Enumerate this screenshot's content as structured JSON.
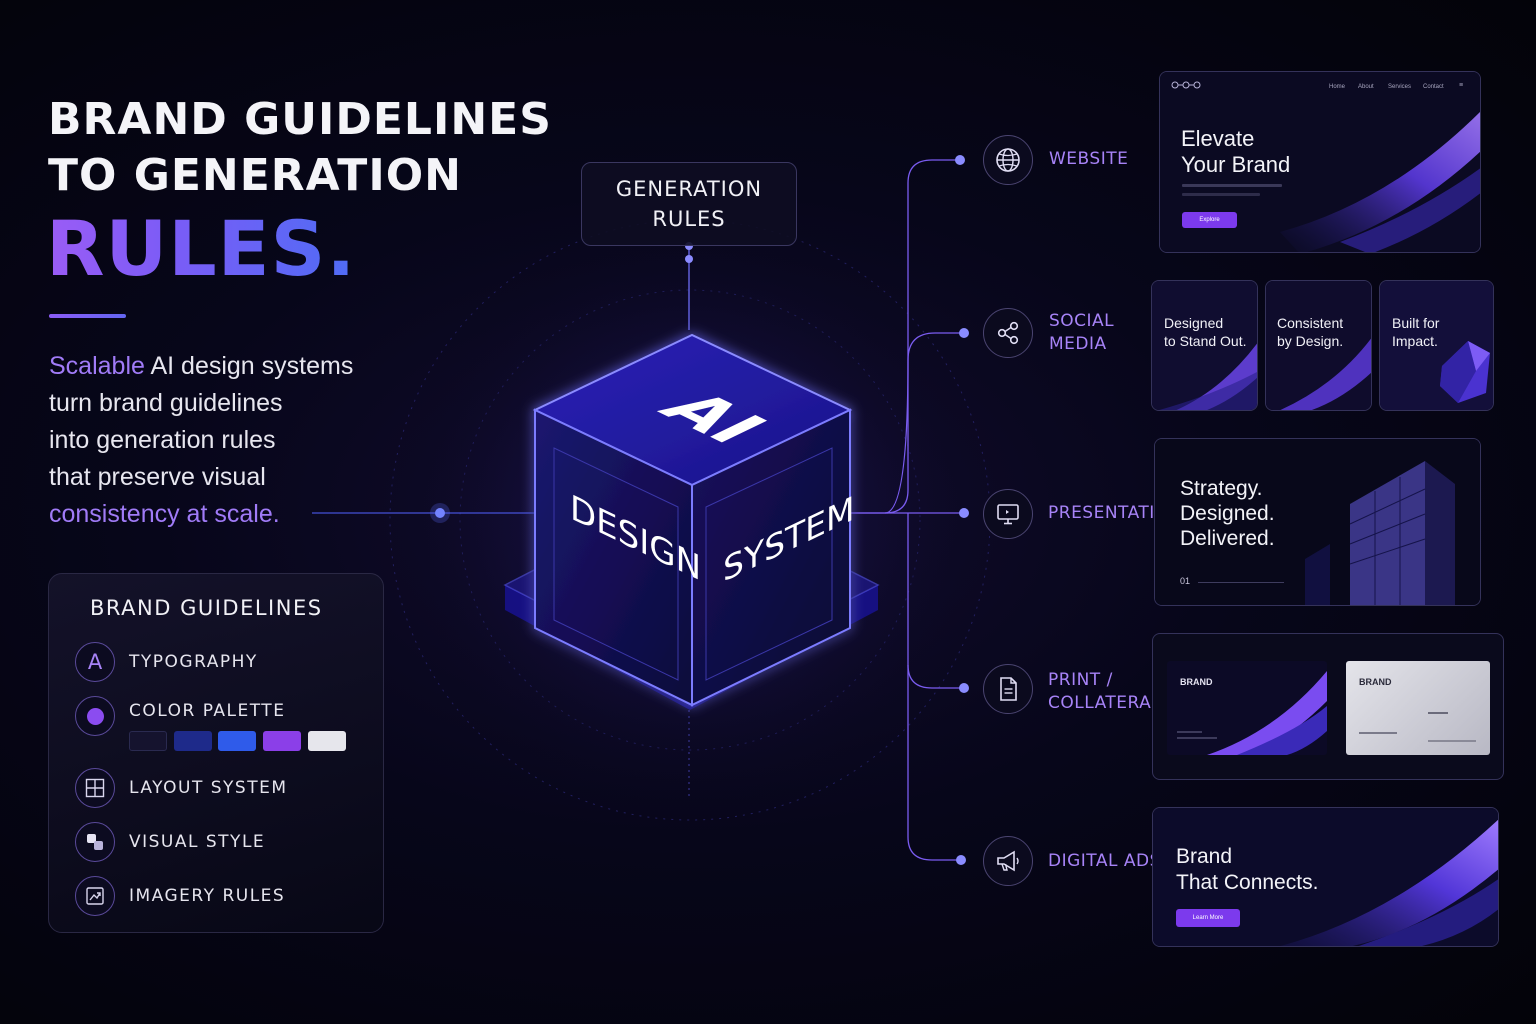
{
  "title": {
    "line1": "BRAND GUIDELINES",
    "line2": "TO GENERATION",
    "accent": "RULES."
  },
  "description": {
    "line1_highlight": "Scalable",
    "line1_rest": " AI design systems",
    "line2": "turn brand guidelines",
    "line3": "into generation rules",
    "line4": "that preserve visual",
    "line5_highlight": "consistency at scale."
  },
  "guidelines": {
    "title": "BRAND GUIDELINES",
    "items": [
      {
        "label": "TYPOGRAPHY",
        "icon": "typography-icon",
        "glyph": "A"
      },
      {
        "label": "COLOR PALETTE",
        "icon": "color-dot-icon"
      },
      {
        "label": "LAYOUT SYSTEM",
        "icon": "grid-icon"
      },
      {
        "label": "VISUAL STYLE",
        "icon": "shapes-icon"
      },
      {
        "label": "IMAGERY RULES",
        "icon": "image-icon"
      }
    ],
    "palette": [
      "#15132e",
      "#1e2a8a",
      "#2f5bea",
      "#8b3fe8",
      "#e6e6ec"
    ]
  },
  "generation_rules": {
    "line1": "GENERATION",
    "line2": "RULES"
  },
  "cube": {
    "top": "AI",
    "left": "DESIGN",
    "right": "SYSTEM"
  },
  "channels": [
    {
      "label_line1": "WEBSITE",
      "label_line2": "",
      "icon": "globe-icon"
    },
    {
      "label_line1": "SOCIAL",
      "label_line2": "MEDIA",
      "icon": "share-icon"
    },
    {
      "label_line1": "PRESENTATION",
      "label_line2": "",
      "icon": "monitor-icon"
    },
    {
      "label_line1": "PRINT /",
      "label_line2": "COLLATERAL",
      "icon": "document-icon"
    },
    {
      "label_line1": "DIGITAL ADS",
      "label_line2": "",
      "icon": "megaphone-icon"
    }
  ],
  "website_card": {
    "nav": [
      "Home",
      "About",
      "Services",
      "Contact"
    ],
    "headline_line1": "Elevate",
    "headline_line2": "Your Brand",
    "button": "Explore"
  },
  "social_cards": [
    {
      "line1": "Designed",
      "line2": "to Stand Out."
    },
    {
      "line1": "Consistent",
      "line2": "by Design."
    },
    {
      "line1": "Built for",
      "line2": "Impact."
    }
  ],
  "presentation_card": {
    "line1": "Strategy.",
    "line2": "Designed.",
    "line3": "Delivered.",
    "page": "01"
  },
  "print_card": {
    "left_label": "BRAND",
    "right_label": "BRAND"
  },
  "ads_card": {
    "line1": "Brand",
    "line2": "That Connects.",
    "button": "Learn More"
  },
  "colors": {
    "accent_purple": "#8b5cf6",
    "accent_blue": "#4f6cf5",
    "background": "#05050f"
  }
}
